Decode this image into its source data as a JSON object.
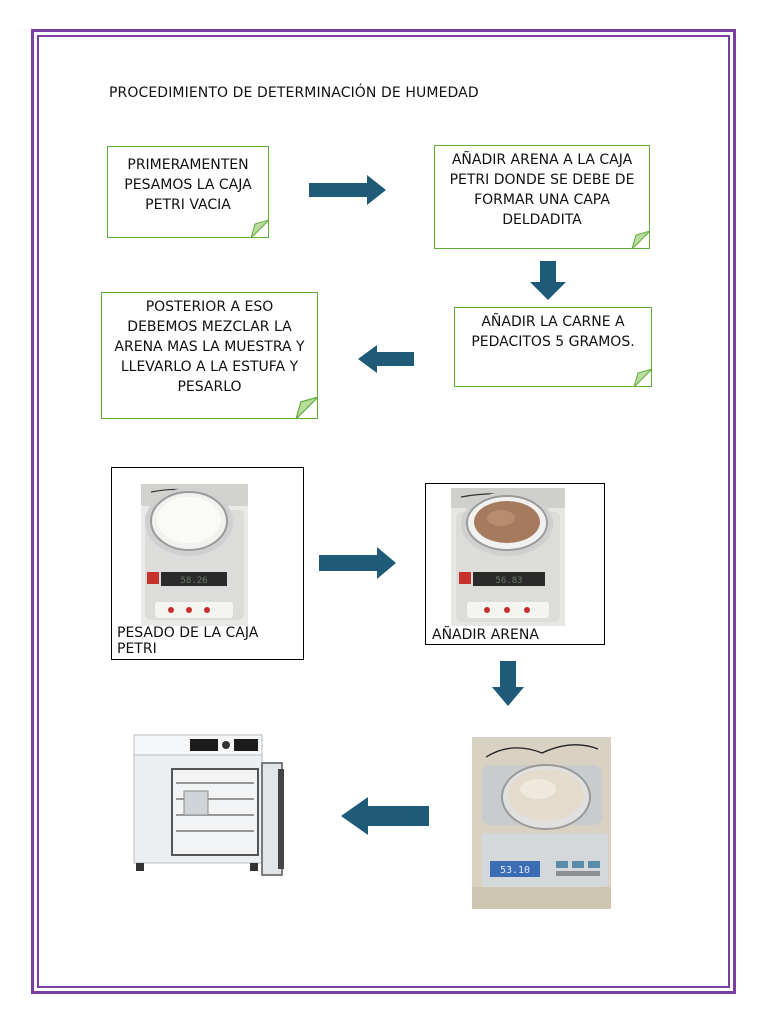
{
  "document": {
    "title": "PROCEDIMIENTO DE DETERMINACIÓN DE HUMEDAD"
  },
  "steps": [
    {
      "text": "PRIMERAMENTEN PESAMOS LA CAJA PETRI VACIA"
    },
    {
      "text": "AÑADIR ARENA A LA CAJA PETRI DONDE SE DEBE DE FORMAR UNA CAPA DELDADITA"
    },
    {
      "text": "AÑADIR LA CARNE A PEDACITOS 5 GRAMOS."
    },
    {
      "text": "POSTERIOR A ESO DEBEMOS MEZCLAR LA ARENA MAS LA MUESTRA Y LLEVARLO A LA ESTUFA Y PESARLO"
    }
  ],
  "photos": [
    {
      "caption": "PESADO DE LA CAJA PETRI"
    },
    {
      "caption": "AÑADIR ARENA"
    }
  ],
  "colors": {
    "frame": "#7b3fa3",
    "note_border": "#5fae3a",
    "arrow": "#1f5a78"
  },
  "icons": [
    "right-arrow-icon",
    "down-arrow-icon",
    "left-arrow-icon",
    "balance-scale-image",
    "drying-oven-image"
  ]
}
